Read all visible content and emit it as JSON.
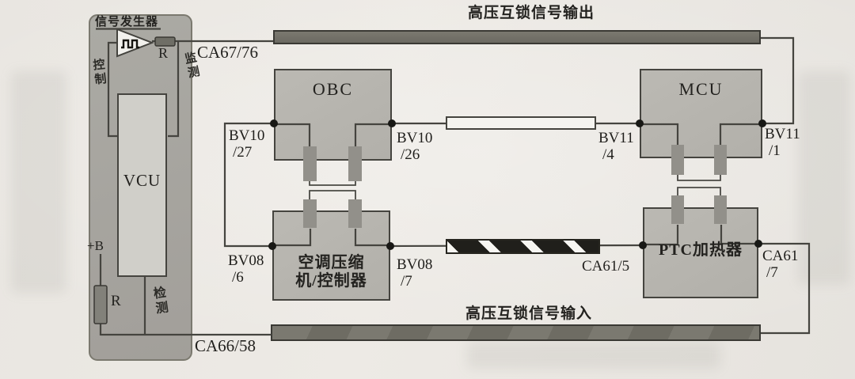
{
  "vcu_module": {
    "signal_generator_label": "信号发生器",
    "top_resistor_label": "R",
    "control_label": "控制",
    "monitor_label": "监测",
    "vcu_label": "VCU",
    "plus_b_label": "+B",
    "bottom_resistor_label": "R",
    "detect_label": "检测"
  },
  "devices": {
    "obc": {
      "label": "OBC"
    },
    "mcu": {
      "label": "MCU"
    },
    "compressor": {
      "label_line1": "空调压缩",
      "label_line2": "机/控制器"
    },
    "ptc": {
      "label": "PTC加热器"
    }
  },
  "buses": {
    "output_title": "高压互锁信号输出",
    "input_title": "高压互锁信号输入"
  },
  "connectors": {
    "ca67_76": "CA67/76",
    "ca66_58": "CA66/58",
    "ca61_5": "CA61/5",
    "ca61_7_line1": "CA61",
    "ca61_7_line2": "/7",
    "bv10_27_line1": "BV10",
    "bv10_27_line2": "/27",
    "bv10_26_line1": "BV10",
    "bv10_26_line2": "/26",
    "bv11_4_line1": "BV11",
    "bv11_4_line2": "/4",
    "bv11_1_line1": "BV11",
    "bv11_1_line2": "/1",
    "bv08_6_line1": "BV08",
    "bv08_6_line2": "/6",
    "bv08_7_line1": "BV08",
    "bv08_7_line2": "/7"
  },
  "colors": {
    "page_bg": "#eae7e2",
    "module_fill": "#a7a5a0",
    "device_fill": "#b8b6b0",
    "inner_fill": "#d0cfc9",
    "bus_fill": "#74726a",
    "wire": "#45443f",
    "pin_fill": "#92908a",
    "hazard_dark": "#201f1b",
    "cable_white": "#f5f4f0"
  }
}
